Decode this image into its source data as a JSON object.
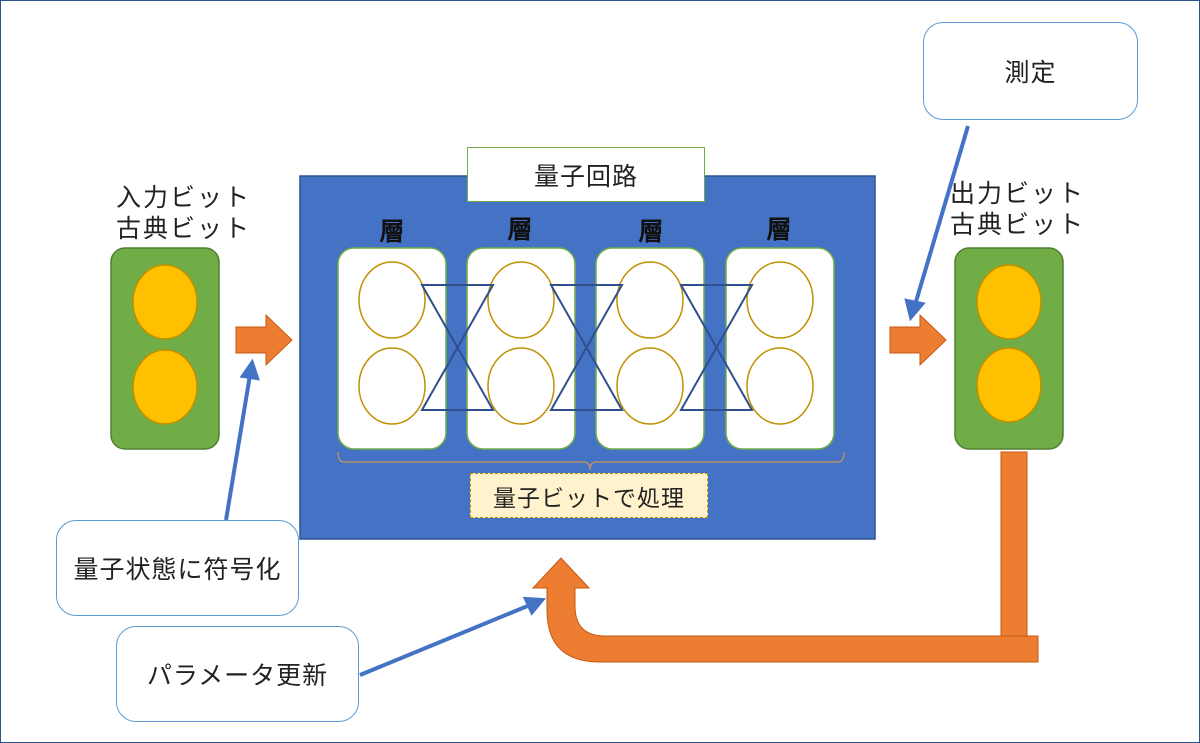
{
  "diagram": {
    "input_label": [
      "入力ビット",
      "古典ビット"
    ],
    "output_label": [
      "出力ビット",
      "古典ビット"
    ],
    "circuit_title": "量子回路",
    "layers": [
      "層",
      "層",
      "層",
      "層"
    ],
    "process_label": "量子ビットで処理",
    "callouts": {
      "measure": "測定",
      "encode": "量子状態に符号化",
      "update": "パラメータ更新"
    },
    "colors": {
      "circuit_bg": "#4472c4",
      "register_green": "#70ad47",
      "qubit_fill": "#ffc000",
      "arrow_orange": "#ed7d31",
      "pointer_blue": "#4472c4",
      "entangle_line": "#2f4f8f",
      "qubit_outline": "#bf9000"
    }
  }
}
